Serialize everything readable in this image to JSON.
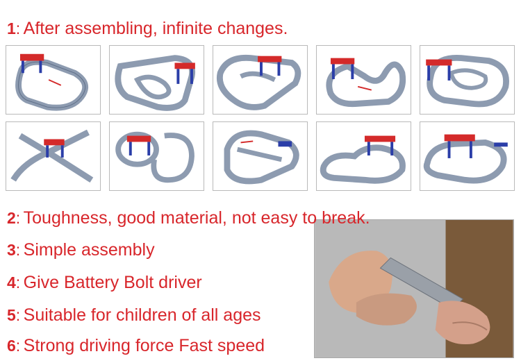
{
  "features": [
    {
      "num": "1",
      "sep": ":",
      "text": "After assembling, infinite changes."
    },
    {
      "num": "2",
      "sep": ":",
      "text": "Toughness, good material, not easy to break."
    },
    {
      "num": "3",
      "sep": ":",
      "text": "Simple assembly"
    },
    {
      "num": "4",
      "sep": ":",
      "text": "Give Battery Bolt driver"
    },
    {
      "num": "5",
      "sep": ":",
      "text": "Suitable for children of all ages"
    },
    {
      "num": "6",
      "sep": ":",
      "text": "Strong driving force Fast speed"
    }
  ],
  "colors": {
    "feature_text": "#d8262b",
    "track": "#8d9bb0",
    "track_edge": "#5f6f88",
    "bridge": "#d42a2a",
    "pillar": "#2b3ea8"
  }
}
